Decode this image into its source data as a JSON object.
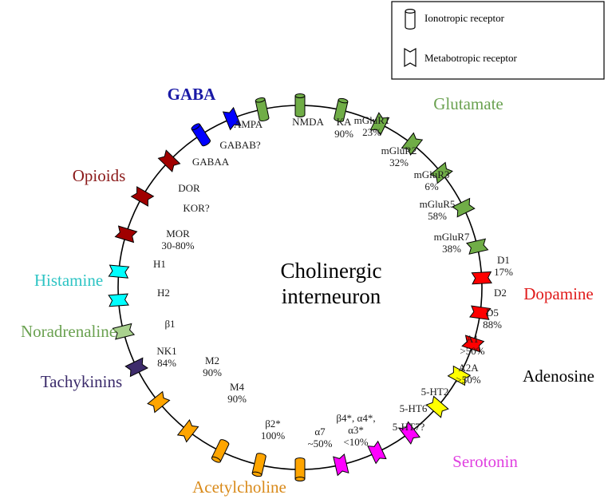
{
  "center_label": [
    "Cholinergic",
    "interneuron"
  ],
  "legend": {
    "ionotropic": "Ionotropic receptor",
    "metabotropic": "Metabotropic receptor"
  },
  "families": [
    {
      "key": "gaba",
      "name": "GABA",
      "color": "#1a1aa6"
    },
    {
      "key": "glutamate",
      "name": "Glutamate",
      "color": "#6aa150"
    },
    {
      "key": "opioids",
      "name": "Opioids",
      "color": "#8b1a1a"
    },
    {
      "key": "histamine",
      "name": "Histamine",
      "color": "#2ec4c4"
    },
    {
      "key": "noradrenaline",
      "name": "Noradrenaline",
      "color": "#6aa150"
    },
    {
      "key": "tachykinins",
      "name": "Tachykinins",
      "color": "#3a2a6a"
    },
    {
      "key": "acetylcholine",
      "name": "Acetylcholine",
      "color": "#d98a1a"
    },
    {
      "key": "serotonin",
      "name": "Serotonin",
      "color": "#e040e0"
    },
    {
      "key": "adenosine",
      "name": "Adenosine",
      "color": "#000000"
    },
    {
      "key": "dopamine",
      "name": "Dopamine",
      "color": "#e01a1a"
    }
  ],
  "receptors": [
    {
      "name": "AMPA",
      "type": "ionotropic",
      "color": "#70ad47"
    },
    {
      "name": "NMDA",
      "type": "ionotropic",
      "color": "#70ad47"
    },
    {
      "name": "KA",
      "pct": "90%",
      "type": "ionotropic",
      "color": "#70ad47"
    },
    {
      "name": "mGluR1",
      "pct": "23%",
      "type": "metabotropic",
      "color": "#70ad47"
    },
    {
      "name": "mGluR2",
      "pct": "32%",
      "type": "metabotropic",
      "color": "#70ad47"
    },
    {
      "name": "mGluR3",
      "pct": "6%",
      "type": "metabotropic",
      "color": "#70ad47"
    },
    {
      "name": "mGluR5",
      "pct": "58%",
      "type": "metabotropic",
      "color": "#70ad47"
    },
    {
      "name": "mGluR7",
      "pct": "38%",
      "type": "metabotropic",
      "color": "#70ad47"
    },
    {
      "name": "D1",
      "pct": "17%",
      "type": "metabotropic",
      "color": "#ff0000"
    },
    {
      "name": "D2",
      "type": "metabotropic",
      "color": "#ff0000"
    },
    {
      "name": "D5",
      "pct": "88%",
      "type": "metabotropic",
      "color": "#ff0000"
    },
    {
      "name": "A1",
      "pct": ">50%",
      "type": "metabotropic",
      "color": "#ffff00"
    },
    {
      "name": "A2A",
      "pct": ">50%",
      "type": "metabotropic",
      "color": "#ffff00"
    },
    {
      "name": "5-HT2",
      "type": "metabotropic",
      "color": "#ff00ff"
    },
    {
      "name": "5-HT6",
      "type": "metabotropic",
      "color": "#ff00ff"
    },
    {
      "name": "5-HT7?",
      "type": "metabotropic",
      "color": "#ff00ff"
    },
    {
      "name": "β4*, α4*,",
      "pct": "α3*",
      "pct2": "<10%",
      "type": "ionotropic",
      "color": "#ffa500"
    },
    {
      "name": "α7",
      "pct": "~50%",
      "type": "ionotropic",
      "color": "#ffa500"
    },
    {
      "name": "β2*",
      "pct": "100%",
      "type": "ionotropic",
      "color": "#ffa500"
    },
    {
      "name": "M4",
      "pct": "90%",
      "type": "metabotropic",
      "color": "#ffa500"
    },
    {
      "name": "M2",
      "pct": "90%",
      "type": "metabotropic",
      "color": "#ffa500"
    },
    {
      "name": "NK1",
      "pct": "84%",
      "type": "metabotropic",
      "color": "#3d2b6b"
    },
    {
      "name": "β1",
      "type": "metabotropic",
      "color": "#a9d18e"
    },
    {
      "name": "H2",
      "type": "metabotropic",
      "color": "#00ffff"
    },
    {
      "name": "H1",
      "type": "metabotropic",
      "color": "#00ffff"
    },
    {
      "name": "MOR",
      "pct": "30-80%",
      "type": "metabotropic",
      "color": "#a00000"
    },
    {
      "name": "KOR?",
      "type": "metabotropic",
      "color": "#a00000"
    },
    {
      "name": "DOR",
      "type": "metabotropic",
      "color": "#a00000"
    },
    {
      "name": "GABAA",
      "type": "ionotropic",
      "color": "#0000ff"
    },
    {
      "name": "GABAB?",
      "type": "metabotropic",
      "color": "#0000ff"
    }
  ]
}
